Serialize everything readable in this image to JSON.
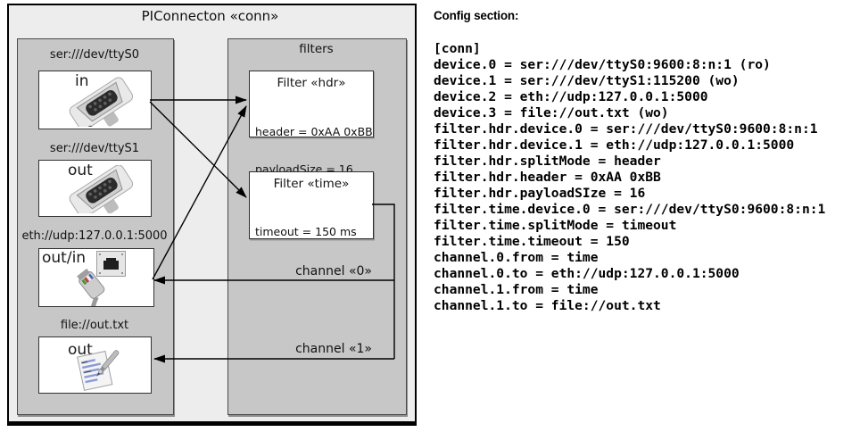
{
  "diagram": {
    "title": "PIConnecton «conn»",
    "devices_panel": {
      "devices": [
        {
          "label": "ser:///dev/ttyS0",
          "port": "in",
          "icon": "serial-connector-icon"
        },
        {
          "label": "ser:///dev/ttyS1",
          "port": "out",
          "icon": "serial-connector-icon"
        },
        {
          "label": "eth://udp:127.0.0.1:5000",
          "port": "out/in",
          "icon": "ethernet-connector-icon"
        },
        {
          "label": "file://out.txt",
          "port": "out",
          "icon": "notepad-icon"
        }
      ]
    },
    "filters_panel": {
      "title": "filters",
      "filters": [
        {
          "title": "Filter «hdr»",
          "lines": [
            "header = 0xAA 0xBB",
            "payloadSize = 16"
          ]
        },
        {
          "title": "Filter «time»",
          "lines": [
            "timeout = 150 ms"
          ]
        }
      ]
    },
    "channels": [
      {
        "label": "channel «0»"
      },
      {
        "label": "channel «1»"
      }
    ]
  },
  "config": {
    "heading": "Config section:",
    "lines": [
      "[conn]",
      "device.0 = ser:///dev/ttyS0:9600:8:n:1 (ro)",
      "device.1 = ser:///dev/ttyS1:115200 (wo)",
      "device.2 = eth://udp:127.0.0.1:5000",
      "device.3 = file://out.txt (wo)",
      "filter.hdr.device.0 = ser:///dev/ttyS0:9600:8:n:1",
      "filter.hdr.device.1 = eth://udp:127.0.0.1:5000",
      "filter.hdr.splitMode = header",
      "filter.hdr.header = 0xAA 0xBB",
      "filter.hdr.payloadSIze = 16",
      "filter.time.device.0 = ser:///dev/ttyS0:9600:8:n:1",
      "filter.time.splitMode = timeout",
      "filter.time.timeout = 150",
      "channel.0.from = time",
      "channel.0.to = eth://udp:127.0.0.1:5000",
      "channel.1.from = time",
      "channel.1.to = file://out.txt"
    ]
  },
  "colors": {
    "outer_fill": "#ededed",
    "panel_fill": "#c7c7c7",
    "box_fill": "#ffffff",
    "line": "#000000"
  }
}
